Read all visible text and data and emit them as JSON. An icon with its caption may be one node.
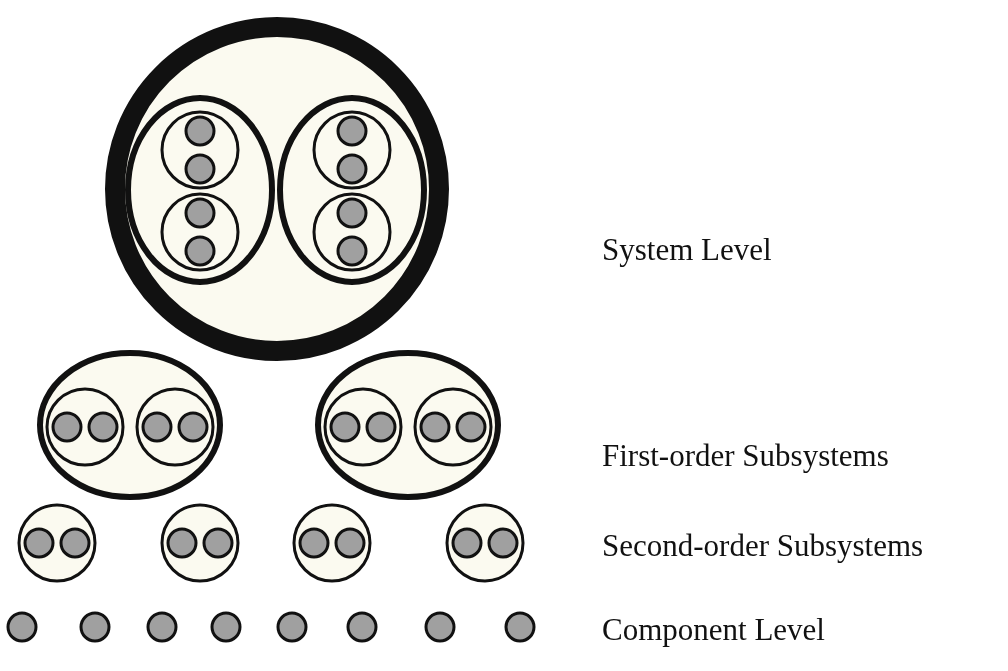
{
  "diagram": {
    "labels": [
      "System Level",
      "First-order Subsystems",
      "Second-order Subsystems",
      "Component Level"
    ]
  }
}
